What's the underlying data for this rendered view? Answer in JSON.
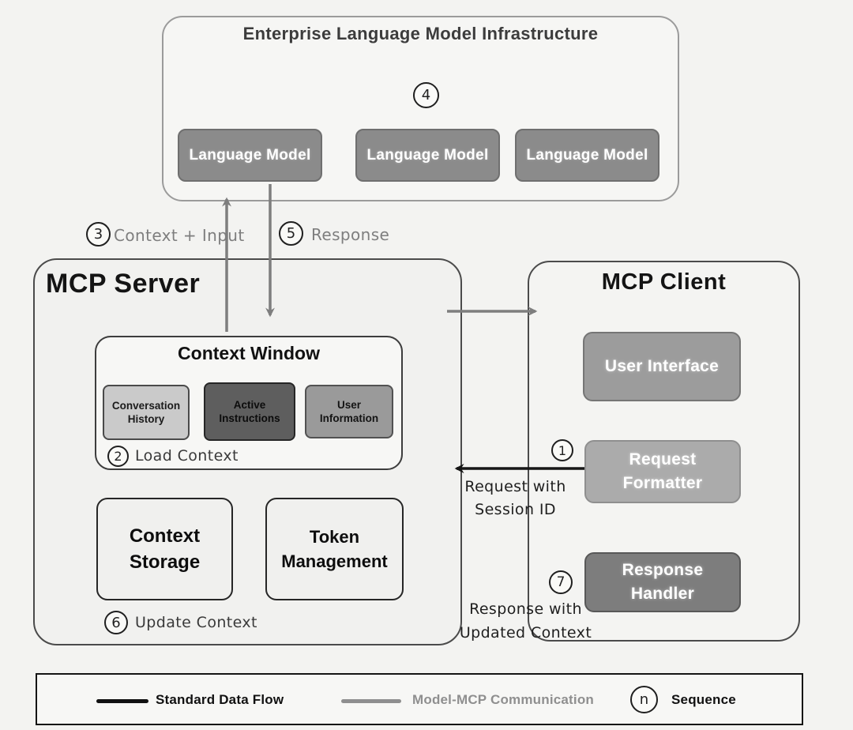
{
  "infrastructure": {
    "title": "Enterprise Language Model Infrastructure",
    "sequence_badge": "4",
    "models": [
      "Language Model",
      "Language Model",
      "Language Model"
    ]
  },
  "flow_labels": {
    "context_input": {
      "num": "3",
      "label": "Context + Input"
    },
    "response": {
      "num": "5",
      "label": "Response"
    },
    "request_session": {
      "num": "1",
      "label": "Request with\nSession ID"
    },
    "response_updated": {
      "num": "7",
      "label": "Response with\nUpdated Context"
    }
  },
  "server": {
    "title": "MCP Server",
    "context_window": {
      "title": "Context Window",
      "items": [
        "Conversation\nHistory",
        "Active\nInstructions",
        "User\nInformation"
      ],
      "load_context": {
        "num": "2",
        "label": "Load Context"
      }
    },
    "context_storage": "Context\nStorage",
    "token_management": "Token\nManagement",
    "update_context": {
      "num": "6",
      "label": "Update Context"
    }
  },
  "client": {
    "title": "MCP Client",
    "user_interface": "User Interface",
    "request_formatter": "Request\nFormatter",
    "response_handler": "Response\nHandler"
  },
  "legend": {
    "standard_flow": "Standard Data Flow",
    "model_mcp": "Model-MCP Communication",
    "sequence_symbol": "n",
    "sequence_label": "Sequence"
  },
  "colors": {
    "background": "#f3f3f1",
    "model_box": "#8b8b8b",
    "active_instructions_box": "#5e5e5e",
    "conversation_history_box": "#cacaca",
    "user_information_box": "#9a9a9a",
    "user_interface_box": "#9c9c9c",
    "request_formatter_box": "#ababab",
    "response_handler_box": "#7d7d7d",
    "gray_arrow": "#7e7e7e",
    "black_arrow": "#161616"
  }
}
